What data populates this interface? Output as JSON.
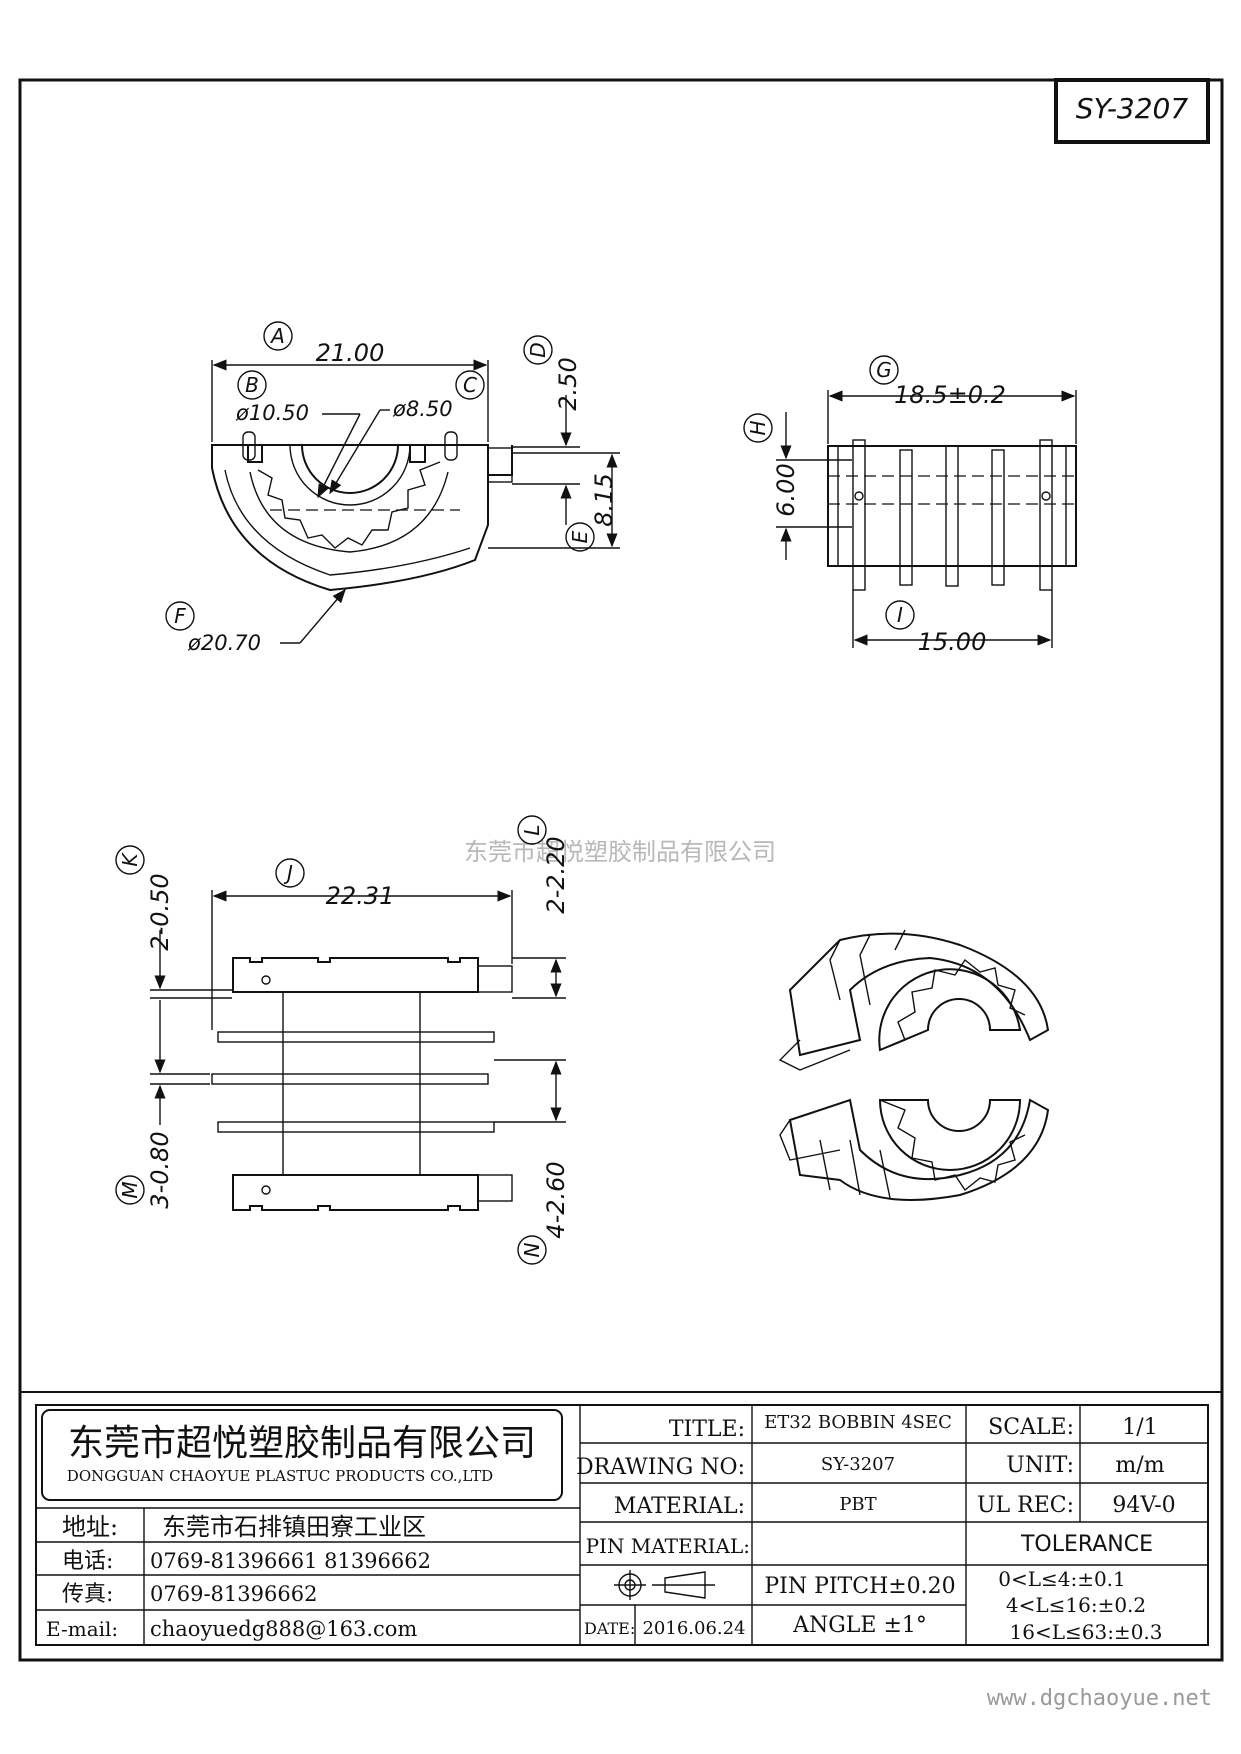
{
  "part_number": "SY-3207",
  "watermark_center": "东莞市超悦塑胶制品有限公司",
  "footer_url": "www.dgchaoyue.net",
  "dimensions": {
    "a_value": "21.00",
    "b_value": "ø10.50",
    "c_value": "ø8.50",
    "d_value": "2.50",
    "e_value": "8.15",
    "f_value": "ø20.70",
    "g_value": "18.5±0.2",
    "h_value": "6.00",
    "i_value": "15.00",
    "j_value": "22.31",
    "k_value": "2-0.50",
    "l_value": "2-2.20",
    "m_value": "3-0.80",
    "n_value": "4-2.60"
  },
  "labels": {
    "a": "A",
    "b": "B",
    "c": "C",
    "d": "D",
    "e": "E",
    "f": "F",
    "g": "G",
    "h": "H",
    "i": "I",
    "j": "J",
    "k": "K",
    "l": "L",
    "m": "M",
    "n": "N"
  },
  "company": {
    "name_cn": "东莞市超悦塑胶制品有限公司",
    "name_en": "DONGGUAN CHAOYUE PLASTUC PRODUCTS CO.,LTD",
    "address_label": "地址:",
    "address_value": "东莞市石排镇田寮工业区",
    "phone_label": "电话:",
    "phone_value": "0769-81396661   81396662",
    "fax_label": "传真:",
    "fax_value": "0769-81396662",
    "email_label": "E-mail:",
    "email_value": "chaoyuedg888@163.com"
  },
  "title_block": {
    "title_label": "TITLE:",
    "title_value": "ET32 BOBBIN 4SEC",
    "drawing_no_label": "DRAWING NO:",
    "drawing_no_value": "SY-3207",
    "material_label": "MATERIAL:",
    "material_value": "PBT",
    "pin_material_label": "PIN MATERIAL:",
    "pin_material_value": "",
    "date_label": "DATE:",
    "date_value": "2016.06.24",
    "pin_pitch": "PIN PITCH±0.20",
    "angle": "ANGLE  ±1°",
    "scale_label": "SCALE:",
    "scale_value": "1/1",
    "unit_label": "UNIT:",
    "unit_value": "m/m",
    "ul_label": "UL REC:",
    "ul_value": "94V-0",
    "tolerance_label": "TOLERANCE",
    "tol_1": "0<L≤4:±0.1",
    "tol_2": "4<L≤16:±0.2",
    "tol_3": "16<L≤63:±0.3"
  }
}
